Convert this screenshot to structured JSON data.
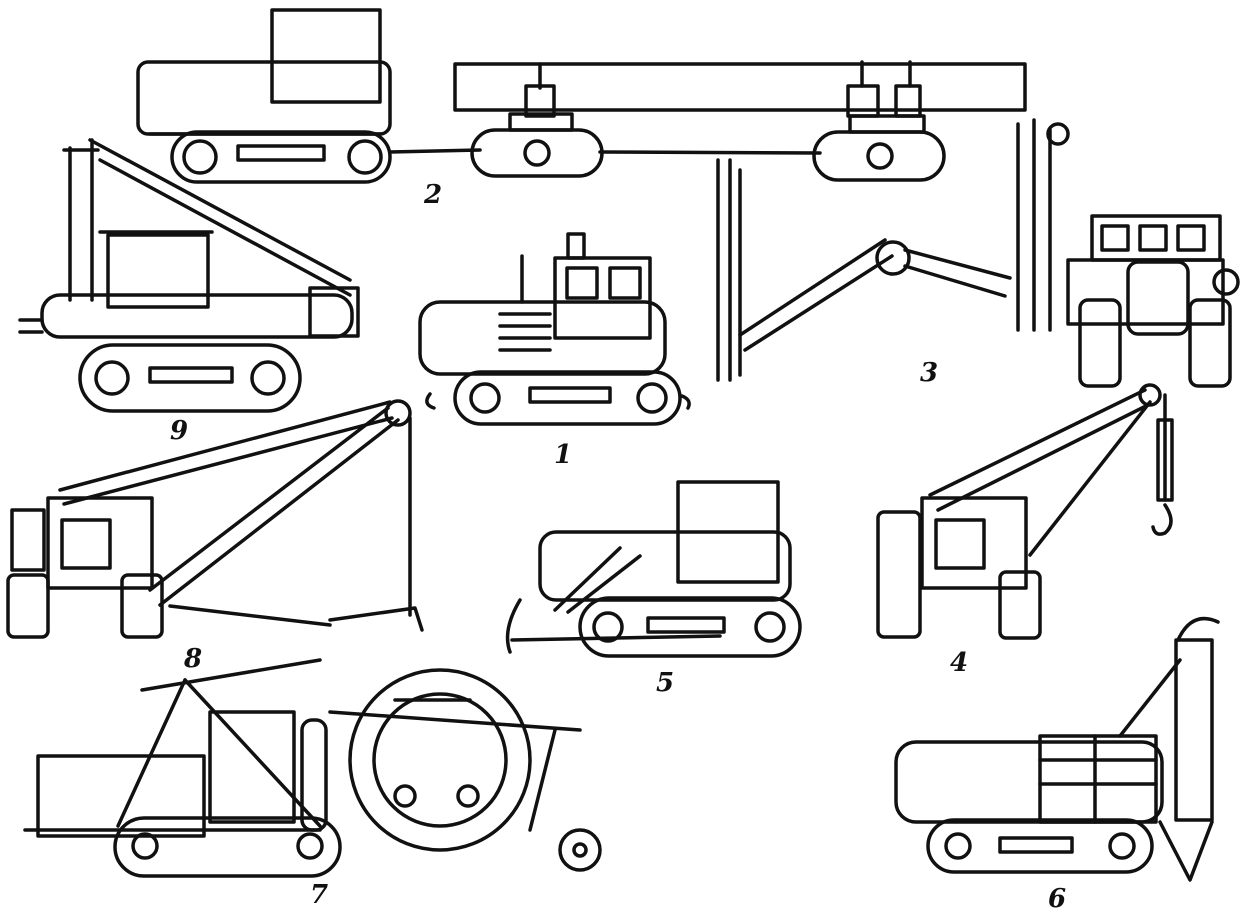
{
  "figure": {
    "ink_color": "#111111",
    "paper_color": "#ffffff",
    "labels": [
      {
        "id": "label-1",
        "text": "1",
        "depicts": "crawler-tractor"
      },
      {
        "id": "label-2",
        "text": "2",
        "depicts": "tractor-with-pipe-carrier"
      },
      {
        "id": "label-3",
        "text": "3",
        "depicts": "wheeled-tractor-pile-driver"
      },
      {
        "id": "label-4",
        "text": "4",
        "depicts": "wheeled-pipelayer"
      },
      {
        "id": "label-5",
        "text": "5",
        "depicts": "bulldozer"
      },
      {
        "id": "label-6",
        "text": "6",
        "depicts": "tractor-drilling-rig"
      },
      {
        "id": "label-7",
        "text": "7",
        "depicts": "tractor-cable-reel-layer"
      },
      {
        "id": "label-8",
        "text": "8",
        "depicts": "wheeled-crane"
      },
      {
        "id": "label-9",
        "text": "9",
        "depicts": "crawler-pile-driver"
      }
    ]
  }
}
